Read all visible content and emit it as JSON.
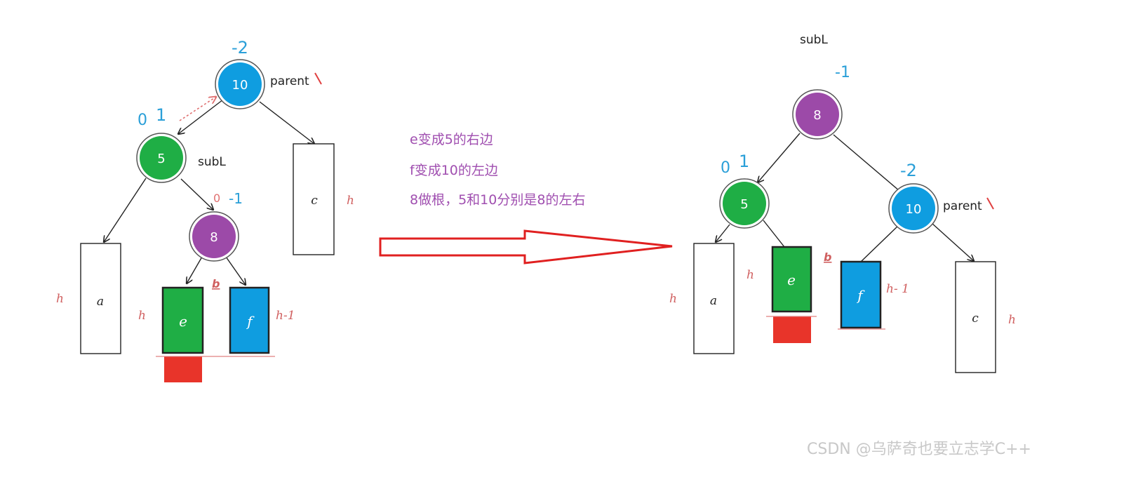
{
  "left_tree": {
    "bf_root": "-2",
    "bf_subl_old": "0",
    "bf_subl_new": "1",
    "bf_child_old": "0",
    "bf_child_new": "-1",
    "parent_label": "parent",
    "subl_label": "subL",
    "node_root": "10",
    "node_left": "5",
    "node_child": "8",
    "box_a": "a",
    "box_c": "c",
    "box_e": "e",
    "box_f": "f",
    "h_a": "h",
    "h_c": "h",
    "h_e": "h",
    "h_f": "h-1",
    "b_label": "b"
  },
  "notes": {
    "line1": "e变成5的右边",
    "line2": "f变成10的左边",
    "line3": "8做根，5和10分别是8的左右"
  },
  "right_tree": {
    "subl_label": "subL",
    "bf_root": "-1",
    "bf_left_old": "0",
    "bf_left_new": "1",
    "bf_right": "-2",
    "parent_label": "parent",
    "node_root": "8",
    "node_left": "5",
    "node_right": "10",
    "box_a": "a",
    "box_c": "c",
    "box_e": "e",
    "box_f": "f",
    "h_a": "h",
    "h_e": "h",
    "h_f": "h- 1",
    "h_c": "h",
    "b_label": "b"
  },
  "watermark": "CSDN @乌萨奇也要立志学C++",
  "colors": {
    "blue": "#0f9de0",
    "green": "#1fae45",
    "purple": "#9c4aa8",
    "red": "#e8342a",
    "bf": "#2a9fd8",
    "note": "#a04fb0",
    "h": "#d06060",
    "arrow": "#e02020"
  }
}
